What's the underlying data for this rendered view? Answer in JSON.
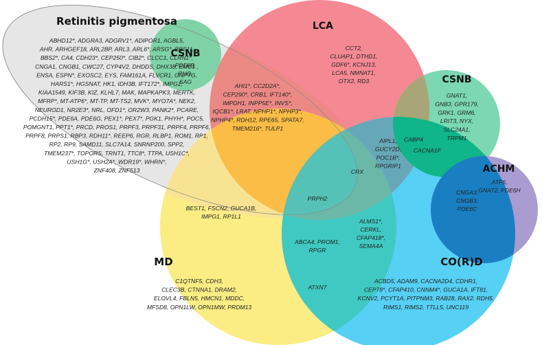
{
  "diagram": {
    "type": "venn",
    "colors": {
      "rp": "#e4e4e4",
      "lca": "#f4828c",
      "csnb": "#6fd4aa",
      "md": "#fbec7c",
      "cord": "#3fc9f2",
      "achm": "#a899cf"
    },
    "sets": {
      "rp": {
        "title": "Retinitis pigmentosa",
        "lines": [
          "ABHD12*, ADGRA3, ADGRV1*, ADIPOR1, AGBL5,",
          "AHR, ARHGEF18, ARL2BP, ARL3, ARL6*, ARSG*, BBS1*,",
          "BBS2*, CA4, CDH23*, CEP250*, CIB2*, CLCC1, CLRN1*,",
          "CNGA1, CNGB1, CWC27, CYP4V2, DHDDS, DHX38, EMC1 ,",
          "ENSA, ESPN*, EXOSC2, EYS, FAM161A, FLVCR1, GNPTG,",
          "HARS1*, HGSNAT, HK1, IDH3B, IFT172*, IMPG2,",
          "KIAA1549, KIF3B, KIZ, KLHL7, MAK, MAPKAPK3, MERTK,",
          "MFRP*, MT-ATP6*, MT-TP, MT-TS2, MVK*, MYO7A*, NEK2,",
          "NEUROD1, NR2E3*, NRL, OFD1*, OR2W3, PANK2*, PCARE,",
          "PCDH15*, PDE6A, PDE6G, PEX1*, PEX7*, PGK1, PHYH*, POC5,",
          "POMGNT1, PPT1*, PRCD, PROS1, PRPF3, PRPF31, PRPF4, PRPF6,",
          "PRPF8, PRPS1, RBP3, RDH11*, REEP6, RGR, RLBP1, ROM1, RP1,",
          "RP2, RP9, SAMD11, SLC7A14, SNRNP200, SPP2,",
          "TMEM237*, TOPORS, TRNT1, TTC8*, TTPA, USH1C*,",
          "USH1G*, USH2A*, WDR19*, WHRN*,",
          "ZNF408, ZNF513"
        ]
      },
      "csnb_rp": {
        "title": "CSNB",
        "lines": [
          "PDE6B,",
          "RHO,",
          "SAG"
        ]
      },
      "lca": {
        "title": "LCA",
        "lines": [
          "CCT2,",
          "CLUAP1, DTHD1,",
          "GDF6*, KCNJ13,",
          "LCA5, NMNAT1,",
          "OTX2, RD3"
        ]
      },
      "csnb": {
        "title": "CSNB",
        "lines": [
          "GNAT1,",
          "GNB3, GPR179,",
          "GRK1, GRM6,",
          "LRIT3, NYX,",
          "SLC24A1,",
          "TRPM1"
        ]
      },
      "achm": {
        "title": "ACHM",
        "lines": [
          "ATF6,",
          "GNAT2, PDE6H"
        ]
      },
      "md": {
        "title": "MD",
        "lines": [
          "C1QTNF5, CDH3,",
          "CLEC3B, CTNNA1, DRAM2,",
          "ELOVL4, FBLN5, HMCN1, MDDC,",
          "MFSD8, OPN1LW, OPN1MW, PRDM13"
        ]
      },
      "cord": {
        "title": "CO(R)D",
        "lines": [
          "ACBD5, ADAM9, CACNA2D4, CDHR1,",
          "CEP78*, CFAP410, CNNM4*, GUCA1A, IFT81,",
          "KCNV2, PCYT1A, PITPNM3, RAB28, RAX2, RDH5,",
          "RIMS1, RIMS2, TTLL5, UNC119"
        ]
      }
    },
    "intersections": {
      "rp_lca": [
        "AHI1*, CC2D2A*,",
        "CEP290*, CRB1, IFT140*,",
        "IMPDH1, INPP5E*, INVS*,",
        "IQCB1*, LRAT, NPHP1*, NPHP3*,",
        "NPHP4*, RDH12, RPE65, SPATA7,",
        "TMEM216*, TULP1"
      ],
      "lca_cord": [
        "AIPL1,",
        "GUCY2D,",
        "POC1B*,",
        "RPGRIP1"
      ],
      "csnb_lca_cord": [
        "CABP4"
      ],
      "csnb_cord": [
        "CACNA1F"
      ],
      "rp_lca_md_cord": [
        "CRX"
      ],
      "rp_lca_md_cord_center": [
        "PRPH2"
      ],
      "rp_md": [
        "BEST1,  FSCN2,  GUCA1B,",
        "IMPG1, RP1L1"
      ],
      "rp_cord": [
        "ALMS1*,",
        "CERKL,",
        "CFAP418*,",
        "SEMA4A"
      ],
      "rp_md_cord": [
        "ABCA4, PROM1,",
        "RPGR"
      ],
      "md_cord": [
        "ATXN7"
      ],
      "cord_achm": [
        "CNGA3,",
        "CNGB3,",
        "PDE6C"
      ]
    }
  }
}
